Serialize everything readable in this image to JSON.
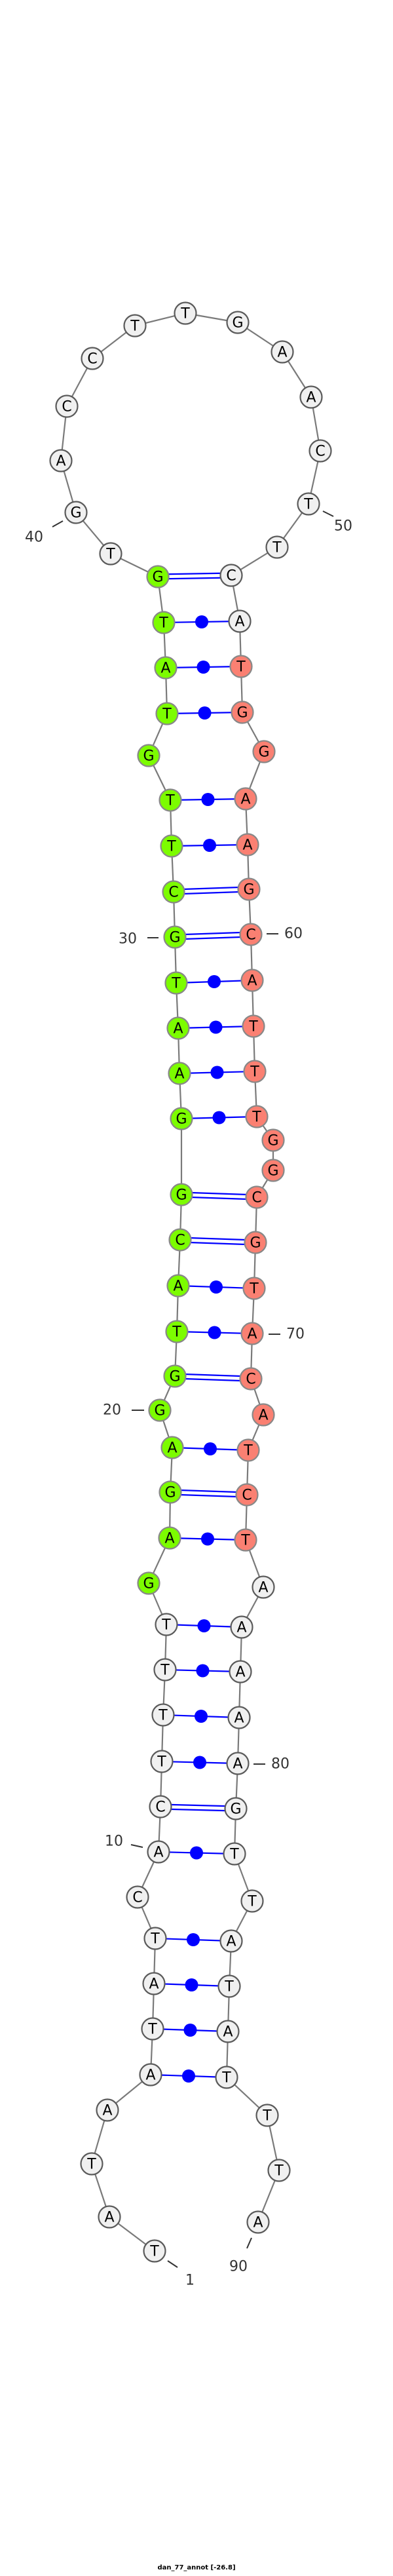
{
  "caption": "dan_77_annot [-26.8]",
  "sequence": "TATAATATCACTTTTGAGAGGTACGGAATGCTTGTATGTGACCTTGAACTTCATGGAAGCATTTGGCGTACATCTAAAAAGTTATATTTA",
  "pairs": [
    [
      5,
      87
    ],
    [
      6,
      86
    ],
    [
      7,
      85
    ],
    [
      8,
      84
    ],
    [
      10,
      82
    ],
    [
      11,
      81
    ],
    [
      12,
      80
    ],
    [
      13,
      79
    ],
    [
      14,
      78
    ],
    [
      15,
      77
    ],
    [
      17,
      75
    ],
    [
      18,
      74
    ],
    [
      19,
      73
    ],
    [
      21,
      71
    ],
    [
      22,
      70
    ],
    [
      23,
      69
    ],
    [
      24,
      68
    ],
    [
      25,
      67
    ],
    [
      26,
      64
    ],
    [
      27,
      63
    ],
    [
      28,
      62
    ],
    [
      29,
      61
    ],
    [
      30,
      60
    ],
    [
      31,
      59
    ],
    [
      32,
      58
    ],
    [
      33,
      57
    ],
    [
      35,
      55
    ],
    [
      36,
      54
    ],
    [
      37,
      53
    ],
    [
      38,
      52
    ]
  ],
  "highlight_regions": [
    {
      "name": "green",
      "from": 16,
      "to": 38,
      "color": "#7cfc00"
    },
    {
      "name": "salmon",
      "from": 54,
      "to": 75,
      "color": "#fa8072"
    }
  ],
  "default_color": "#f0f0f0",
  "pair_color": "#0000ff",
  "position_labels": [
    "1",
    "10",
    "20",
    "30",
    "40",
    "50",
    "60",
    "70",
    "80",
    "90"
  ]
}
